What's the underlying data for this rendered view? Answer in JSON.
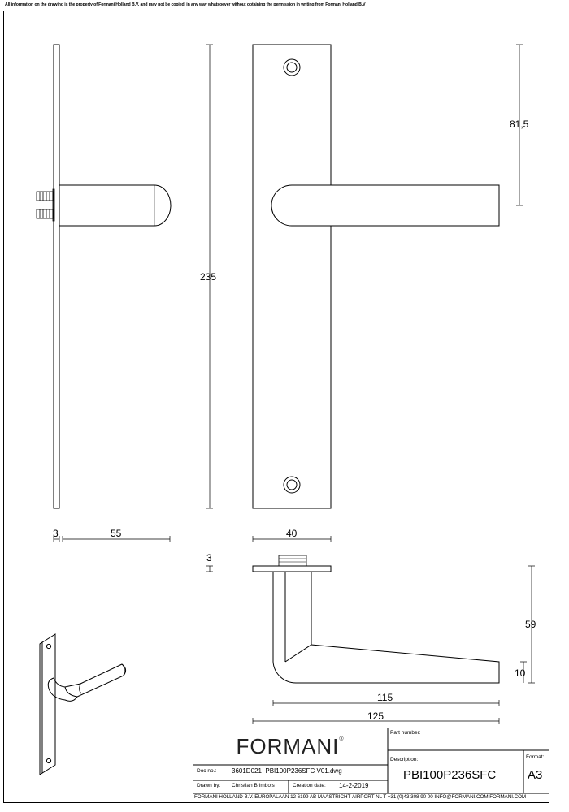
{
  "notice": "All information on the drawing is the property of Formani Holland B.V. and may not be copied, in any way whatsoever without obtaining the permission in writing from Formani Holland B.V",
  "dimensions": {
    "overall_height": "235",
    "lever_offset": "81,5",
    "plate_thickness": "3",
    "lever_projection": "55",
    "plate_width": "40",
    "rose_thickness": "3",
    "lever_height": "59",
    "lever_tip": "10",
    "lever_length": "115",
    "total_length": "125"
  },
  "title_block": {
    "logo": "FORMANI",
    "logo_mark": "®",
    "part_number_label": "Part number:",
    "description_label": "Description:",
    "description": "PBI100P236SFC",
    "format_label": "Format:",
    "format": "A3",
    "doc_no_label": "Doc no.:",
    "doc_no": "3601D021  PBI100P236SFC V01.dwg",
    "drawn_by_label": "Drawn by:",
    "drawn_by": "Christian Brimbols",
    "creation_date_label": "Creation date:",
    "creation_date": "14-2-2019",
    "company_footer": "FORMANI HOLLAND B.V.  EUROPALAAN 12  6199 AB MAASTRICHT-AIRPORT NL  T +31 (0)43 308 90 00 INFO@FORMANI.COM FORMANI.COM"
  }
}
